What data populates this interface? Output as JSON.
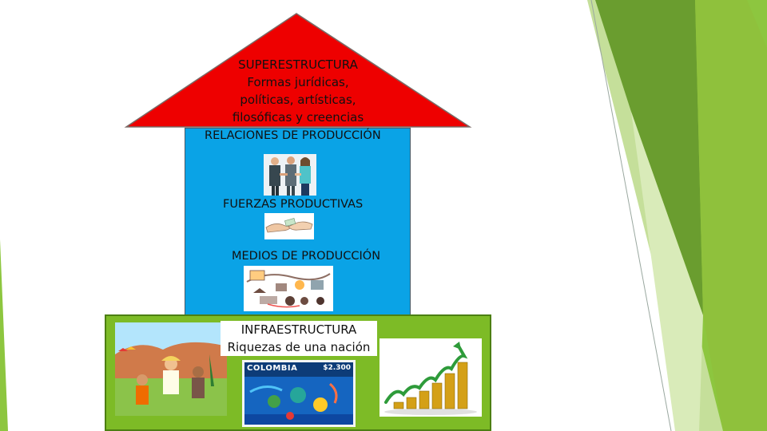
{
  "roof": {
    "lines": [
      "SUPERESTRUCTURA",
      "Formas jurídicas,",
      "políticas, artísticas,",
      "filosóficas y creencias"
    ]
  },
  "house": {
    "relaciones_label": "RELACIONES DE PRODUCCIÓN",
    "fuerzas_label": "FUERZAS PRODUCTIVAS",
    "medios_label": "MEDIOS DE PRODUCCIÓN"
  },
  "base": {
    "lines": [
      "INFRAESTRUCTURA",
      "Riquezas de una nación"
    ],
    "stamp": {
      "title": "COLOMBIA",
      "value": "$2.300"
    }
  },
  "colors": {
    "roof": "#ee0000",
    "body": "#0aa3e6",
    "base": "#7dbb26",
    "accent_green": "#8dc63f",
    "dark_green": "#6a9d2f"
  }
}
